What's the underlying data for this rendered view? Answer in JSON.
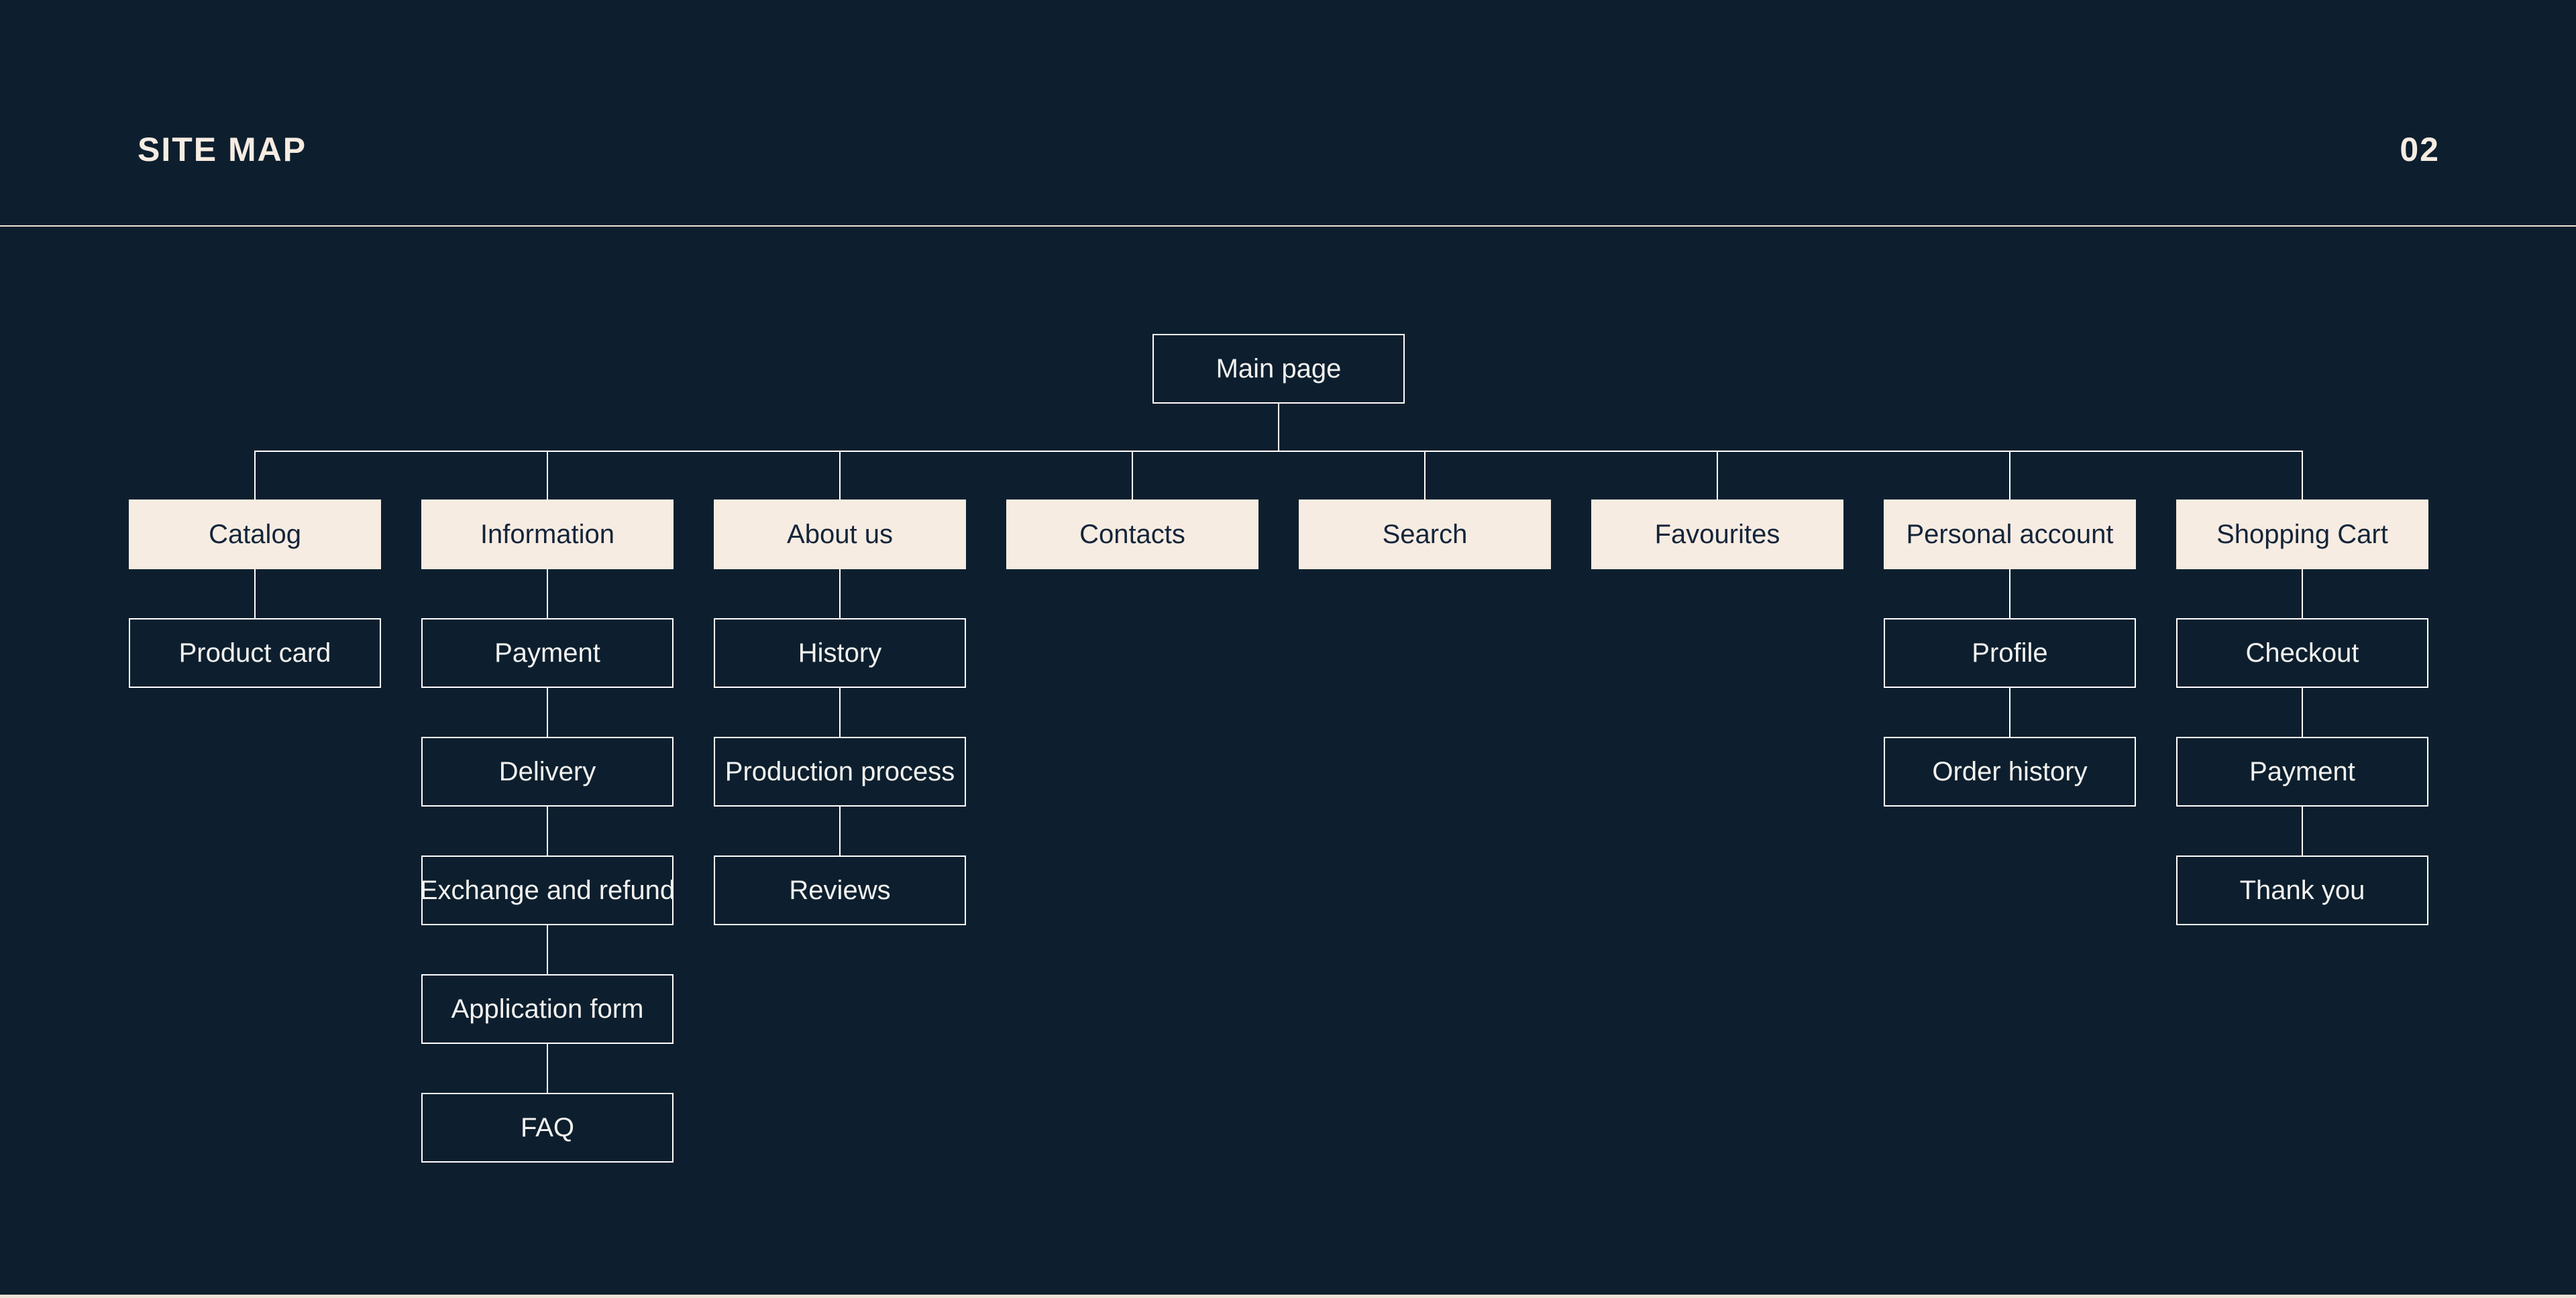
{
  "header": {
    "title": "SITE MAP",
    "page_number": "02"
  },
  "colors": {
    "background": "#0D1F2E",
    "node_fill": "#F7ECE2",
    "node_fill_text": "#14253A",
    "node_outline_text": "#F3F2F0",
    "connector_line": "#FFFFFF",
    "divider": "#EFE2D6"
  },
  "diagram": {
    "root": {
      "label": "Main page"
    },
    "columns": [
      {
        "label": "Catalog",
        "children": [
          "Product card"
        ]
      },
      {
        "label": "Information",
        "children": [
          "Payment",
          "Delivery",
          "Exchange and refund",
          "Application form",
          "FAQ"
        ]
      },
      {
        "label": "About us",
        "children": [
          "History",
          "Production process",
          "Reviews"
        ]
      },
      {
        "label": "Contacts",
        "children": []
      },
      {
        "label": "Search",
        "children": []
      },
      {
        "label": "Favourites",
        "children": []
      },
      {
        "label": "Personal account",
        "children": [
          "Profile",
          "Order history"
        ]
      },
      {
        "label": "Shopping Cart",
        "children": [
          "Checkout",
          "Payment",
          "Thank you"
        ]
      }
    ]
  }
}
